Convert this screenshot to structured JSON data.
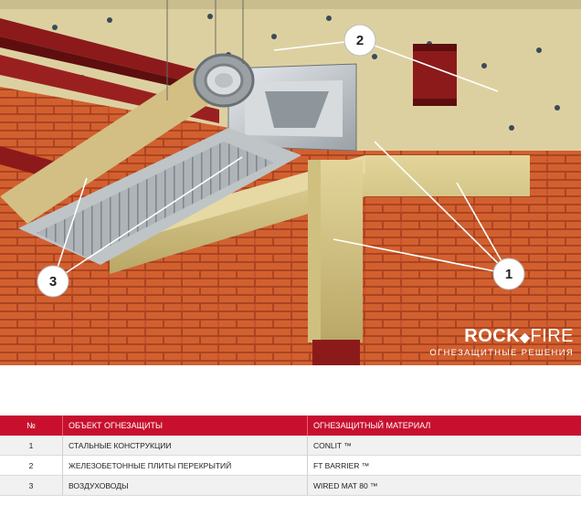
{
  "illustration": {
    "callouts": [
      "1",
      "2",
      "3"
    ]
  },
  "brand": {
    "name_part1": "ROCK",
    "name_part2": "FIRE",
    "tagline": "ОГНЕЗАЩИТНЫЕ РЕШЕНИЯ"
  },
  "table": {
    "headers": [
      "№",
      "ОБЪЕКТ ОГНЕЗАЩИТЫ",
      "ОГНЕЗАЩИТНЫЙ МАТЕРИАЛ"
    ],
    "rows": [
      {
        "num": "1",
        "object": "СТАЛЬНЫЕ  КОНСТРУКЦИИ",
        "material": "CONLIT ™"
      },
      {
        "num": "2",
        "object": "ЖЕЛЕЗОБЕТОННЫЕ ПЛИТЫ ПЕРЕКРЫТИЙ",
        "material": "FT BARRIER  ™"
      },
      {
        "num": "3",
        "object": "ВОЗДУХОВОДЫ",
        "material": "WIRED MAT 80   ™"
      }
    ]
  },
  "colors": {
    "header_red": "#c8102e",
    "brick": "#c8512a",
    "insulation": "#d8c98a",
    "steel_beam": "#8c1a1a"
  }
}
